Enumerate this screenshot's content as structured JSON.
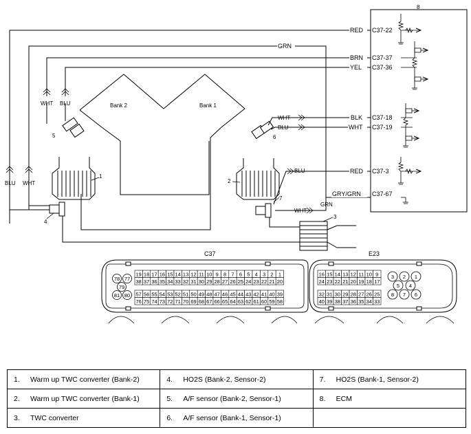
{
  "ecm": {
    "label": "8",
    "terminals": [
      "C37-22",
      "C37-37",
      "C37-36",
      "C37-18",
      "C37-19",
      "C37-3",
      "C37-67"
    ]
  },
  "wire_colors": {
    "red_top": "RED",
    "grn_top": "GRN",
    "brn": "BRN",
    "yel": "YEL",
    "blk": "BLK",
    "wht_c3719": "WHT",
    "red_c373": "RED",
    "grygrn": "GRY/GRN",
    "wht_s6": "WHT",
    "blu_s6": "BLU",
    "blu_ho2s": "BLU",
    "grn_s7": "GRN",
    "wht_s7": "WHT",
    "wht_s5": "WHT",
    "blu_s5": "BLU",
    "blu_s4": "BLU",
    "wht_s4": "WHT"
  },
  "engine": {
    "bank2": "Bank 2",
    "bank1": "Bank 1"
  },
  "callouts": [
    "1",
    "2",
    "3",
    "4",
    "5",
    "6",
    "7"
  ],
  "connectors": {
    "c37": {
      "title": "C37",
      "row1": [
        "19",
        "18",
        "17",
        "16",
        "15",
        "14",
        "13",
        "12",
        "11",
        "10",
        "9",
        "8",
        "7",
        "6",
        "5",
        "4",
        "3",
        "2",
        "1"
      ],
      "row2": [
        "38",
        "37",
        "36",
        "35",
        "34",
        "33",
        "32",
        "31",
        "30",
        "29",
        "28",
        "27",
        "26",
        "25",
        "24",
        "23",
        "22",
        "21",
        "20"
      ],
      "row3": [
        "57",
        "56",
        "55",
        "54",
        "53",
        "52",
        "51",
        "50",
        "49",
        "48",
        "47",
        "46",
        "45",
        "44",
        "43",
        "42",
        "41",
        "40",
        "39"
      ],
      "row4": [
        "76",
        "75",
        "74",
        "73",
        "72",
        "71",
        "70",
        "69",
        "68",
        "67",
        "66",
        "65",
        "64",
        "63",
        "62",
        "61",
        "60",
        "59",
        "58"
      ],
      "circles": [
        "78",
        "77",
        "79",
        "81",
        "80"
      ]
    },
    "e23": {
      "title": "E23",
      "row1": [
        "16",
        "15",
        "14",
        "13",
        "12",
        "11",
        "10",
        "9"
      ],
      "row2": [
        "24",
        "23",
        "22",
        "21",
        "20",
        "19",
        "18",
        "17"
      ],
      "row3": [
        "32",
        "31",
        "30",
        "29",
        "28",
        "27",
        "26",
        "25"
      ],
      "row4": [
        "40",
        "39",
        "38",
        "37",
        "36",
        "35",
        "34",
        "33"
      ],
      "circles": [
        "3",
        "2",
        "1",
        "5",
        "4",
        "8",
        "7",
        "6"
      ]
    }
  },
  "legend": [
    [
      {
        "num": "1.",
        "text": "Warm up TWC converter (Bank-2)"
      },
      {
        "num": "4.",
        "text": "HO2S (Bank-2, Sensor-2)"
      },
      {
        "num": "7.",
        "text": "HO2S (Bank-1, Sensor-2)"
      }
    ],
    [
      {
        "num": "2.",
        "text": "Warm up TWC converter (Bank-1)"
      },
      {
        "num": "5.",
        "text": "A/F sensor (Bank-2, Sensor-1)"
      },
      {
        "num": "8.",
        "text": "ECM"
      }
    ],
    [
      {
        "num": "3.",
        "text": "TWC converter"
      },
      {
        "num": "6.",
        "text": "A/F sensor (Bank-1, Sensor-1)"
      },
      {
        "num": "",
        "text": ""
      }
    ]
  ]
}
